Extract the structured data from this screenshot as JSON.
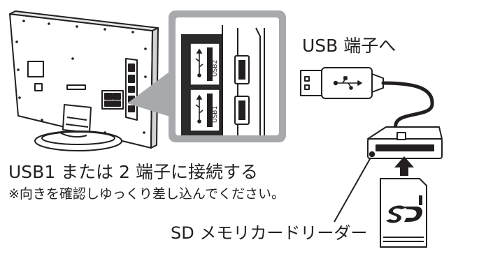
{
  "labels": {
    "usb_terminal": "USB 端子へ",
    "instruction": "USB1 または 2 端子に接続する",
    "note": "※向きを確認しゆっくり差し込んでください。",
    "card_reader": "SD メモリカードリーダー"
  },
  "port_labels": {
    "usb2": "USB2",
    "usb1": "USB1"
  },
  "colors": {
    "ink": "#231f20",
    "callout_gray": "#a7a9ac",
    "dark_panel": "#2b2b2b"
  }
}
